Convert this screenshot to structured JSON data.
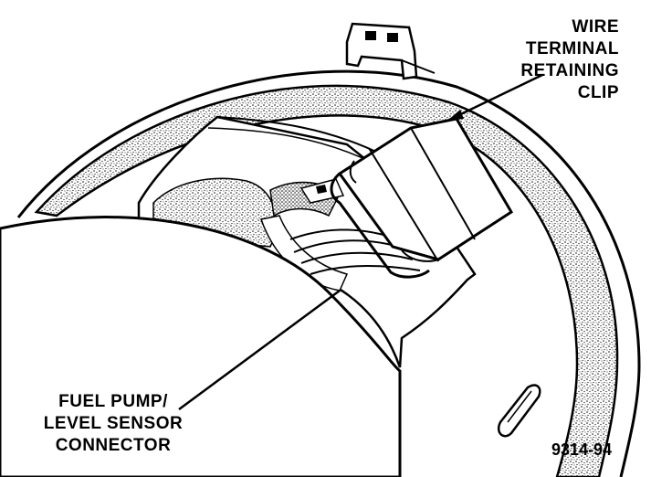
{
  "labels": {
    "clip": {
      "line1": "WIRE",
      "line2": "TERMINAL",
      "line3": "RETAINING",
      "line4": "CLIP"
    },
    "connector": {
      "line1": "FUEL PUMP/",
      "line2": "LEVEL SENSOR",
      "line3": "CONNECTOR"
    }
  },
  "figure_number": "9314-94"
}
